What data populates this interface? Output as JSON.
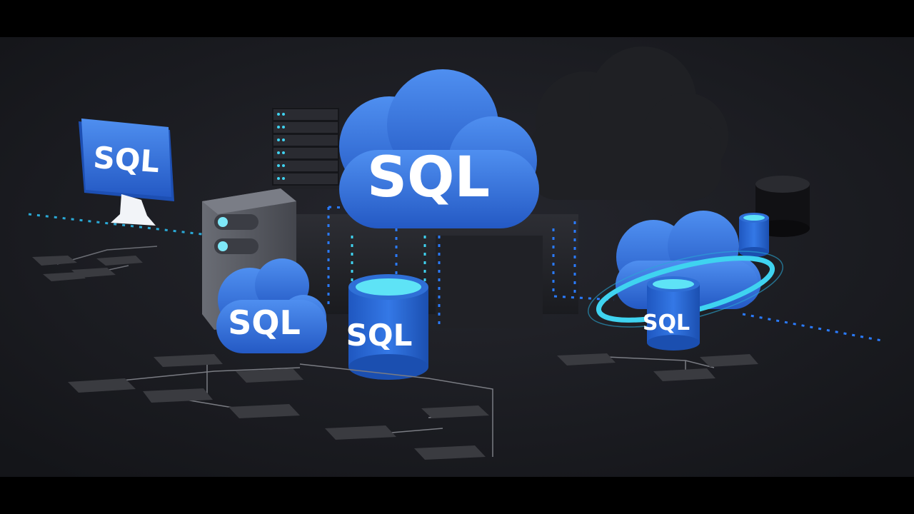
{
  "scene": {
    "labels": {
      "monitor": "SQL",
      "main_cloud": "SQL",
      "small_cloud": "SQL",
      "center_database": "SQL",
      "right_database": "SQL"
    },
    "colors": {
      "background": "#1b1c22",
      "letterbox": "#000000",
      "azure_blue": "#2f6fd6",
      "azure_light": "#4f8ff0",
      "cyan_glow": "#3fd3f0",
      "dot_blue": "#2a7bff",
      "dark_cloud": "#1f2024",
      "node_gray": "#3a3b40",
      "server_gray": "#5b5e66"
    },
    "icons": [
      "monitor-icon",
      "server-rack-icon",
      "server-tower-icon",
      "cloud-icon",
      "database-icon",
      "network-node-icon"
    ]
  }
}
